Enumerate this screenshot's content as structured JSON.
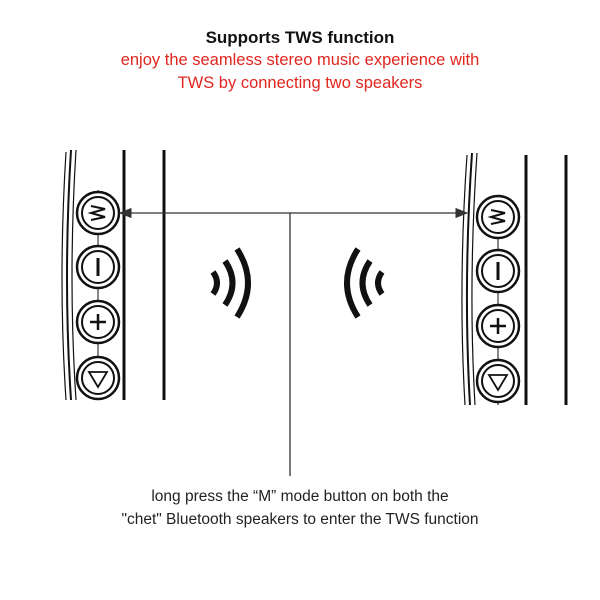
{
  "header": {
    "title": "Supports TWS function",
    "subtitle_line1": "enjoy the seamless stereo music experience with",
    "subtitle_line2": "TWS by connecting two speakers"
  },
  "caption": {
    "line1": "long press the “M” mode button on both the",
    "line2": "\"chet\" Bluetooth speakers to enter the TWS function"
  },
  "colors": {
    "accent": "#e0261f",
    "line": "#222222"
  },
  "speakers": [
    {
      "side": "left",
      "buttons": [
        "mode-icon",
        "power-icon",
        "volume-up-icon",
        "play-icon"
      ]
    },
    {
      "side": "right",
      "buttons": [
        "mode-icon",
        "power-icon",
        "volume-up-icon",
        "play-icon"
      ]
    }
  ]
}
